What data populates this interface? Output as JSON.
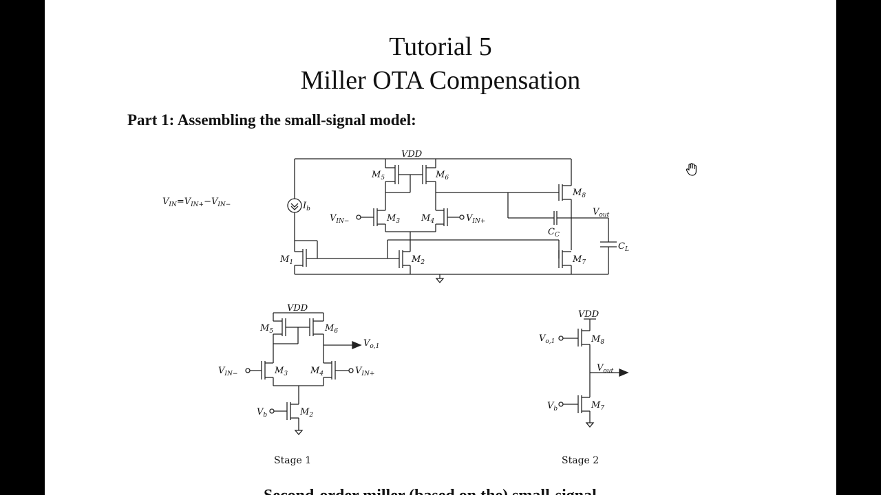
{
  "document": {
    "title_line1": "Tutorial 5",
    "title_line2": "Miller OTA Compensation",
    "section_heading": "Part 1: Assembling the small-signal model:",
    "equation": "VIN=VIN+−VIN−",
    "cut_off_text": "Second-order miller (based on the) small-signal"
  },
  "schematic_main": {
    "supply": "VDD",
    "transistors": [
      "M1",
      "M2",
      "M3",
      "M4",
      "M5",
      "M6",
      "M7",
      "M8"
    ],
    "source": "Ib",
    "inputs": [
      "VIN−",
      "VIN+"
    ],
    "compensation_cap": "CC",
    "load_cap": "CL",
    "output": "Vout"
  },
  "schematic_stage1": {
    "supply": "VDD",
    "transistors": [
      "M5",
      "M6",
      "M3",
      "M4",
      "M2"
    ],
    "inputs": [
      "VIN−",
      "VIN+"
    ],
    "bias": "Vb",
    "output": "Vo,1",
    "caption": "Stage 1"
  },
  "schematic_stage2": {
    "supply": "VDD",
    "transistors": [
      "M8",
      "M7"
    ],
    "input": "Vo,1",
    "bias": "Vb",
    "output": "Vout",
    "caption": "Stage 2"
  },
  "cursor": "hand-cursor-icon"
}
